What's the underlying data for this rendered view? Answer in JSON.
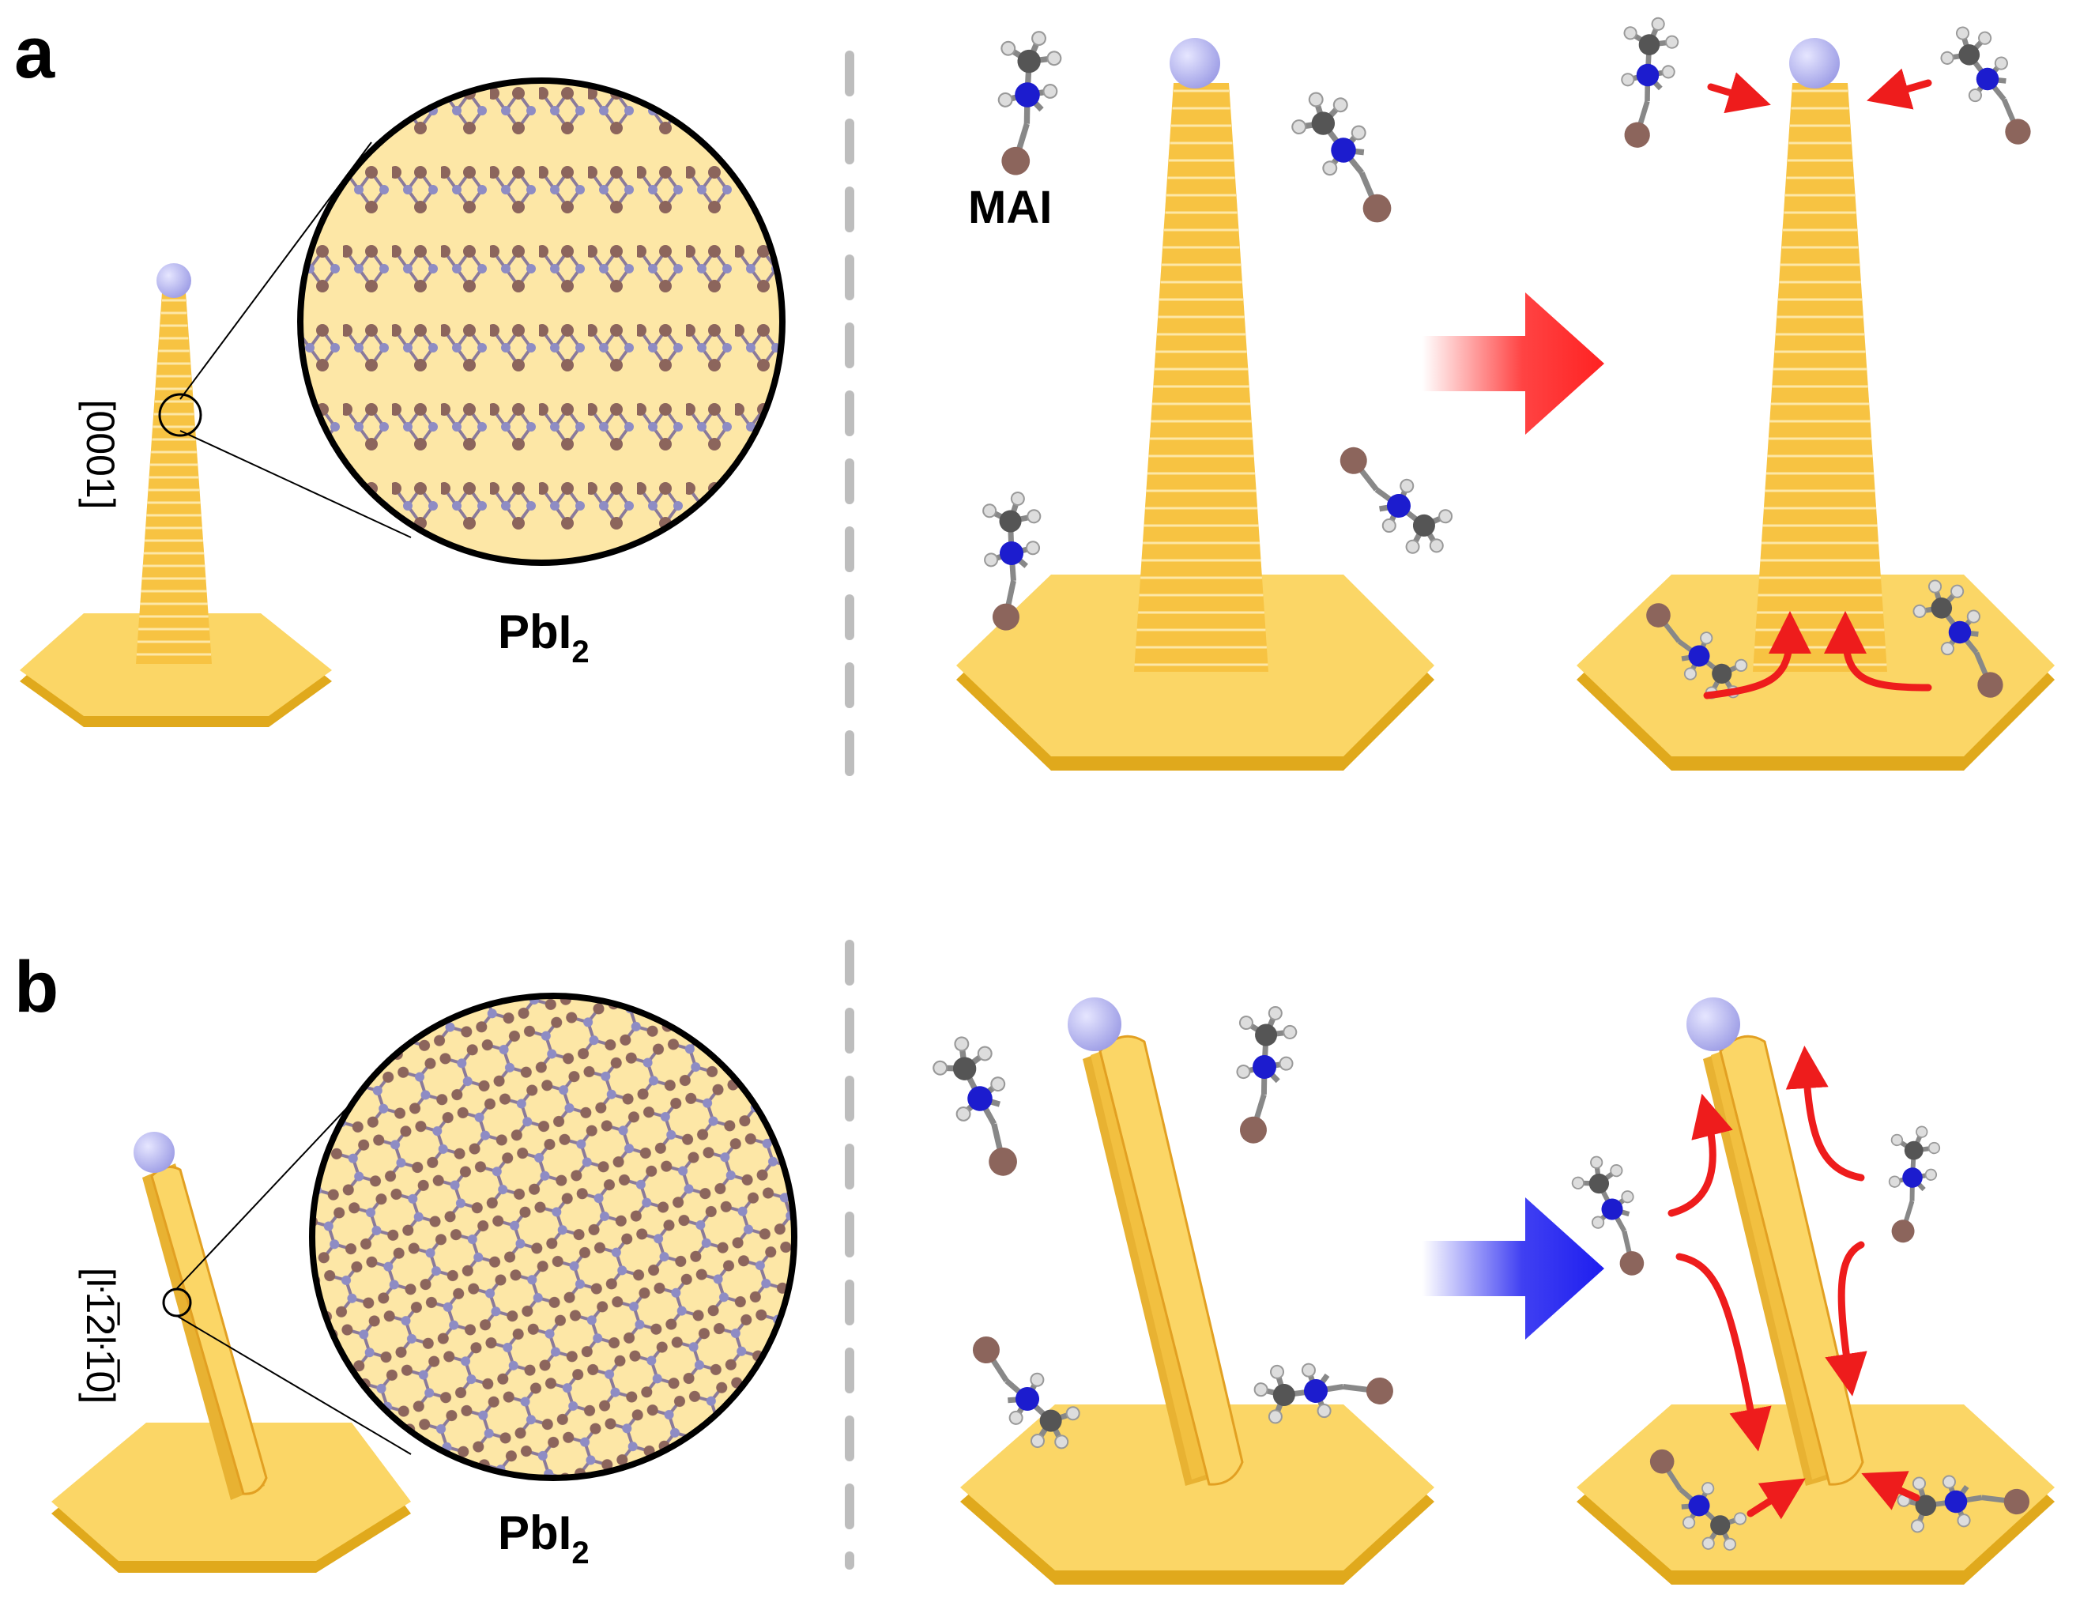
{
  "panels": [
    {
      "letter": "a",
      "direction": "[0001]",
      "compound": "PbI",
      "compound_sub": "2",
      "molecule": "MAI"
    },
    {
      "letter": "b",
      "direction": "[ŀ1̅2ŀ1̅0]",
      "compound": "PbI",
      "compound_sub": "2"
    }
  ],
  "colors": {
    "substrate": "#fbd666",
    "substrate_edge": "#e0a91c",
    "wire": "#f7c342",
    "wire_edge": "#e2a022",
    "lattice_bg": "#fde7a6",
    "catalyst": "#b9b9ee",
    "iodine": "#8c655c",
    "nitrogen": "#1c1cce",
    "carbon": "#555555",
    "hydrogen": "#dddddd",
    "arrow": "#ee1c1c",
    "growth_arrow_a": "#ff2222",
    "growth_arrow_b": "#1e1ef0",
    "divider": "#bdbdbd"
  },
  "icons": [
    "substrate-hexagon",
    "nanowire",
    "catalyst-sphere",
    "lattice-zoom",
    "mai-molecule",
    "process-arrow",
    "migration-arrow"
  ]
}
